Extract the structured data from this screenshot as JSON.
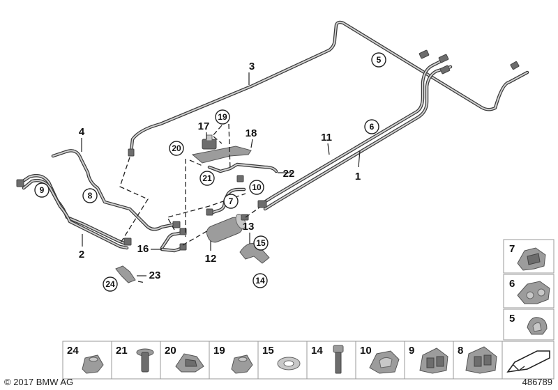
{
  "labels": {
    "l1": "1",
    "l2": "2",
    "l3": "3",
    "l4": "4",
    "l11": "11",
    "l12": "12",
    "l13": "13",
    "l16": "16",
    "l17": "17",
    "l18": "18",
    "l22": "22",
    "l23": "23"
  },
  "circles": {
    "c5": "5",
    "c6": "6",
    "c7": "7",
    "c8": "8",
    "c9": "9",
    "c10": "10",
    "c14": "14",
    "c15": "15",
    "c19": "19",
    "c20": "20",
    "c21": "21",
    "c24": "24"
  },
  "side_parts": {
    "s7": "7",
    "s6": "6",
    "s5": "5"
  },
  "bottom_parts": {
    "b24": "24",
    "b21": "21",
    "b20": "20",
    "b19": "19",
    "b15": "15",
    "b14": "14",
    "b10": "10",
    "b9": "9",
    "b8": "8"
  },
  "copyright": "© 2017 BMW AG",
  "reference_number": "486789"
}
